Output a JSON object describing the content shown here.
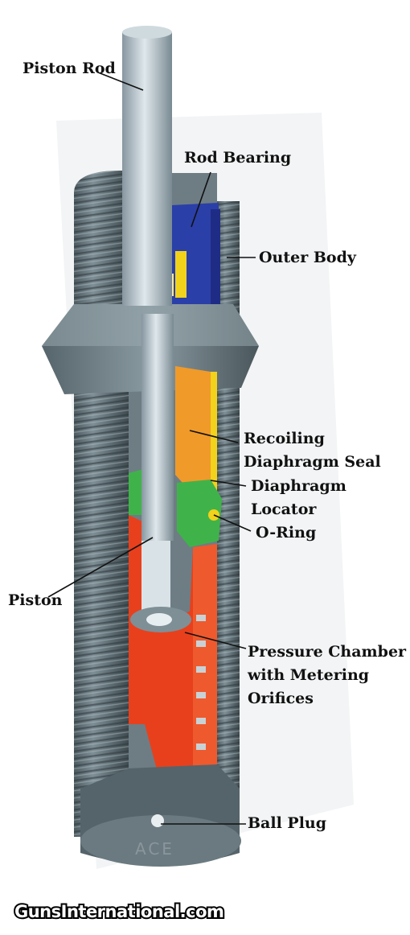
{
  "labels": {
    "piston_rod": "Piston Rod",
    "rod_bearing": "Rod Bearing",
    "outer_body": "Outer Body",
    "recoiling_1": "Recoiling",
    "recoiling_2": "Diaphragm Seal",
    "locator_1": "Diaphragm",
    "locator_2": "Locator",
    "o_ring": "O-Ring",
    "piston": "Piston",
    "pressure_1": "Pressure Chamber",
    "pressure_2": "with Metering",
    "pressure_3": "Orifices",
    "ball_plug": "Ball Plug"
  },
  "engraving": "ACE",
  "watermark": "GunsInternational.com",
  "colors": {
    "body_steel": "#5f6f76",
    "rod_steel": "#b9c6cc",
    "rod_bearing_blue": "#2b3fa8",
    "diaphragm_orange": "#f09a2a",
    "locator_green": "#3fb34a",
    "pressure_chamber_red": "#e8401c",
    "yellow_accent": "#f2d21b"
  }
}
